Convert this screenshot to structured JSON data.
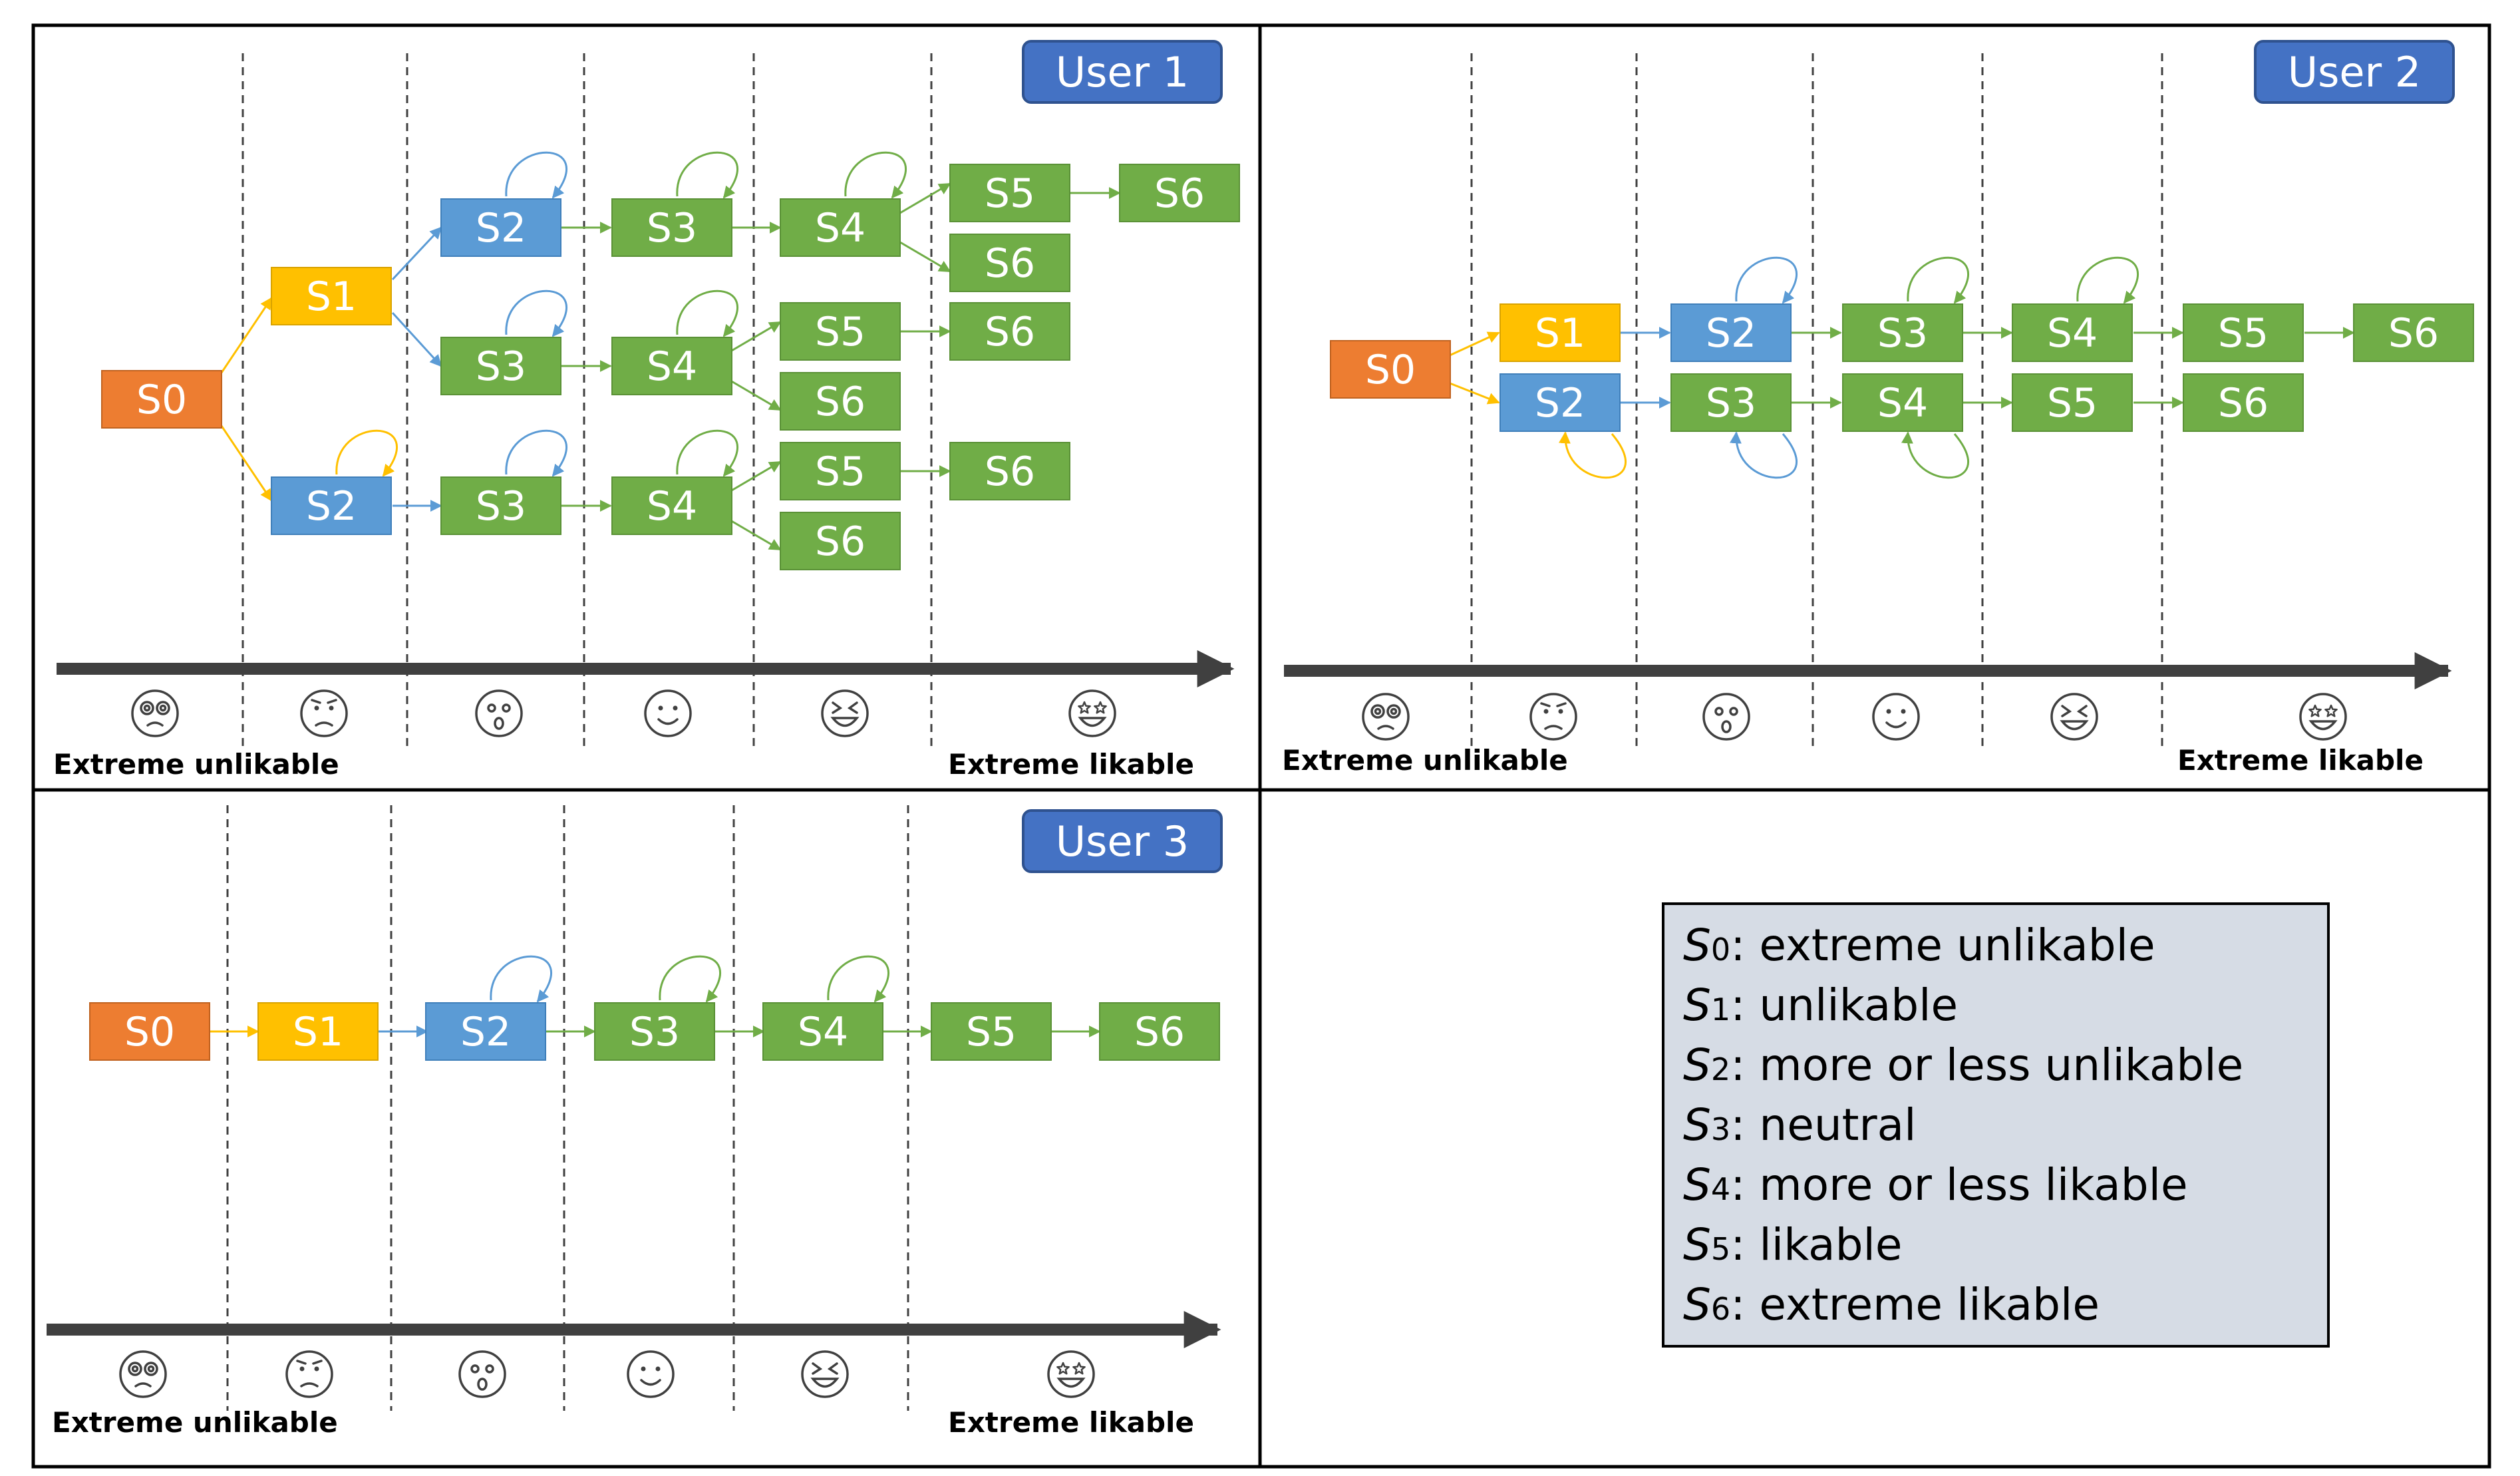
{
  "colors": {
    "S0": "#ED7D31",
    "S1": "#FFC000",
    "S2": "#5B9BD5",
    "S3": "#70AD47",
    "S4": "#70AD47",
    "S5": "#70AD47",
    "S6": "#70AD47",
    "user_tag": "#4472C4",
    "legend_bg": "#D6DCE5",
    "axis": "#404040"
  },
  "axis_labels": {
    "left": "Extreme unlikable",
    "right": "Extreme likable"
  },
  "face_icons": [
    "dizzy-face-icon",
    "frowning-face-icon",
    "surprised-face-icon",
    "smiling-face-icon",
    "grinning-squint-face-icon",
    "star-struck-face-icon"
  ],
  "panels": {
    "user1": {
      "title": "User 1",
      "states": {
        "a": "S0",
        "b": "S1",
        "c": "S2",
        "d": "S3",
        "e": "S4",
        "f": "S5",
        "g": "S6",
        "h": "S6",
        "i": "S3",
        "j": "S4",
        "k": "S5",
        "l": "S6",
        "m": "S6",
        "n": "S2",
        "o": "S3",
        "p": "S4",
        "q": "S5",
        "r": "S6",
        "s": "S6"
      }
    },
    "user2": {
      "title": "User 2",
      "states": {
        "a": "S0",
        "b": "S1",
        "c": "S2",
        "d": "S2",
        "e": "S3",
        "f": "S3",
        "g": "S4",
        "h": "S4",
        "i": "S5",
        "j": "S5",
        "k": "S6",
        "l": "S6"
      }
    },
    "user3": {
      "title": "User 3",
      "states": {
        "a": "S0",
        "b": "S1",
        "c": "S2",
        "d": "S3",
        "e": "S4",
        "f": "S5",
        "g": "S6"
      }
    }
  },
  "legend": {
    "items": [
      {
        "sym": "S",
        "sub": "0",
        "text": ": extreme unlikable"
      },
      {
        "sym": "S",
        "sub": "1",
        "text": ": unlikable"
      },
      {
        "sym": "S",
        "sub": "2",
        "text": ": more or less unlikable"
      },
      {
        "sym": "S",
        "sub": "3",
        "text": ": neutral"
      },
      {
        "sym": "S",
        "sub": "4",
        "text": ": more or less likable"
      },
      {
        "sym": "S",
        "sub": "5",
        "text": ": likable"
      },
      {
        "sym": "S",
        "sub": "6",
        "text": ": extreme likable"
      }
    ]
  }
}
